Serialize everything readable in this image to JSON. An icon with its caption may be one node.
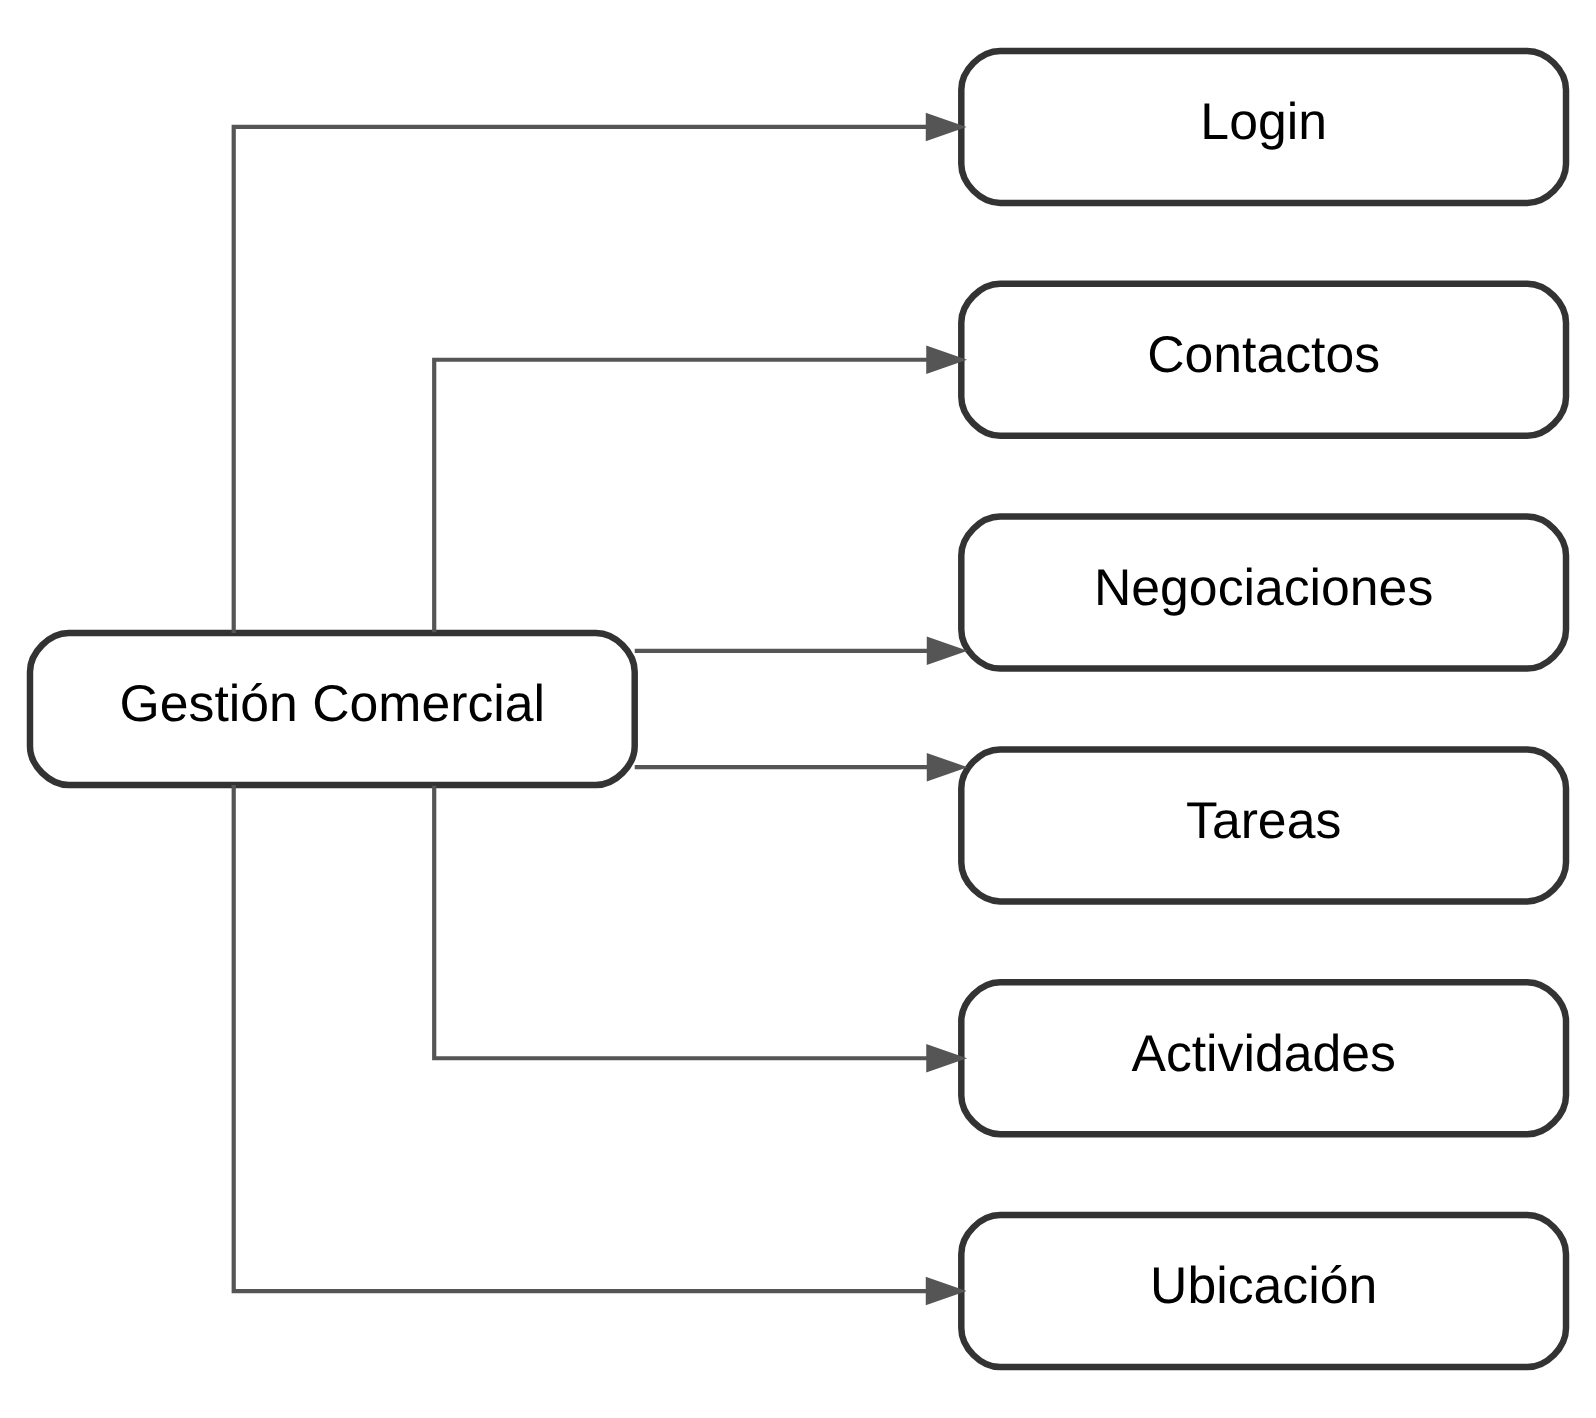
{
  "diagram": {
    "nodes": [
      {
        "text": [
          "Gestión Comercial"
        ]
      },
      {
        "text": [
          "Login"
        ]
      },
      {
        "text": [
          "Contactos"
        ]
      },
      {
        "text": [
          "Negociaciones"
        ]
      },
      {
        "text": [
          "Tareas"
        ]
      },
      {
        "text": [
          "Actividades"
        ]
      },
      {
        "text": [
          "Ubicación"
        ]
      }
    ],
    "edges": [
      {
        "from": 0,
        "to": 1,
        "arrow": "to"
      },
      {
        "from": 0,
        "to": 2,
        "arrow": "to"
      },
      {
        "from": 0,
        "to": 3,
        "arrow": "to"
      },
      {
        "from": 0,
        "to": 4,
        "arrow": "to"
      },
      {
        "from": 0,
        "to": 5,
        "arrow": "to"
      },
      {
        "from": 0,
        "to": 6,
        "arrow": "to"
      }
    ]
  }
}
